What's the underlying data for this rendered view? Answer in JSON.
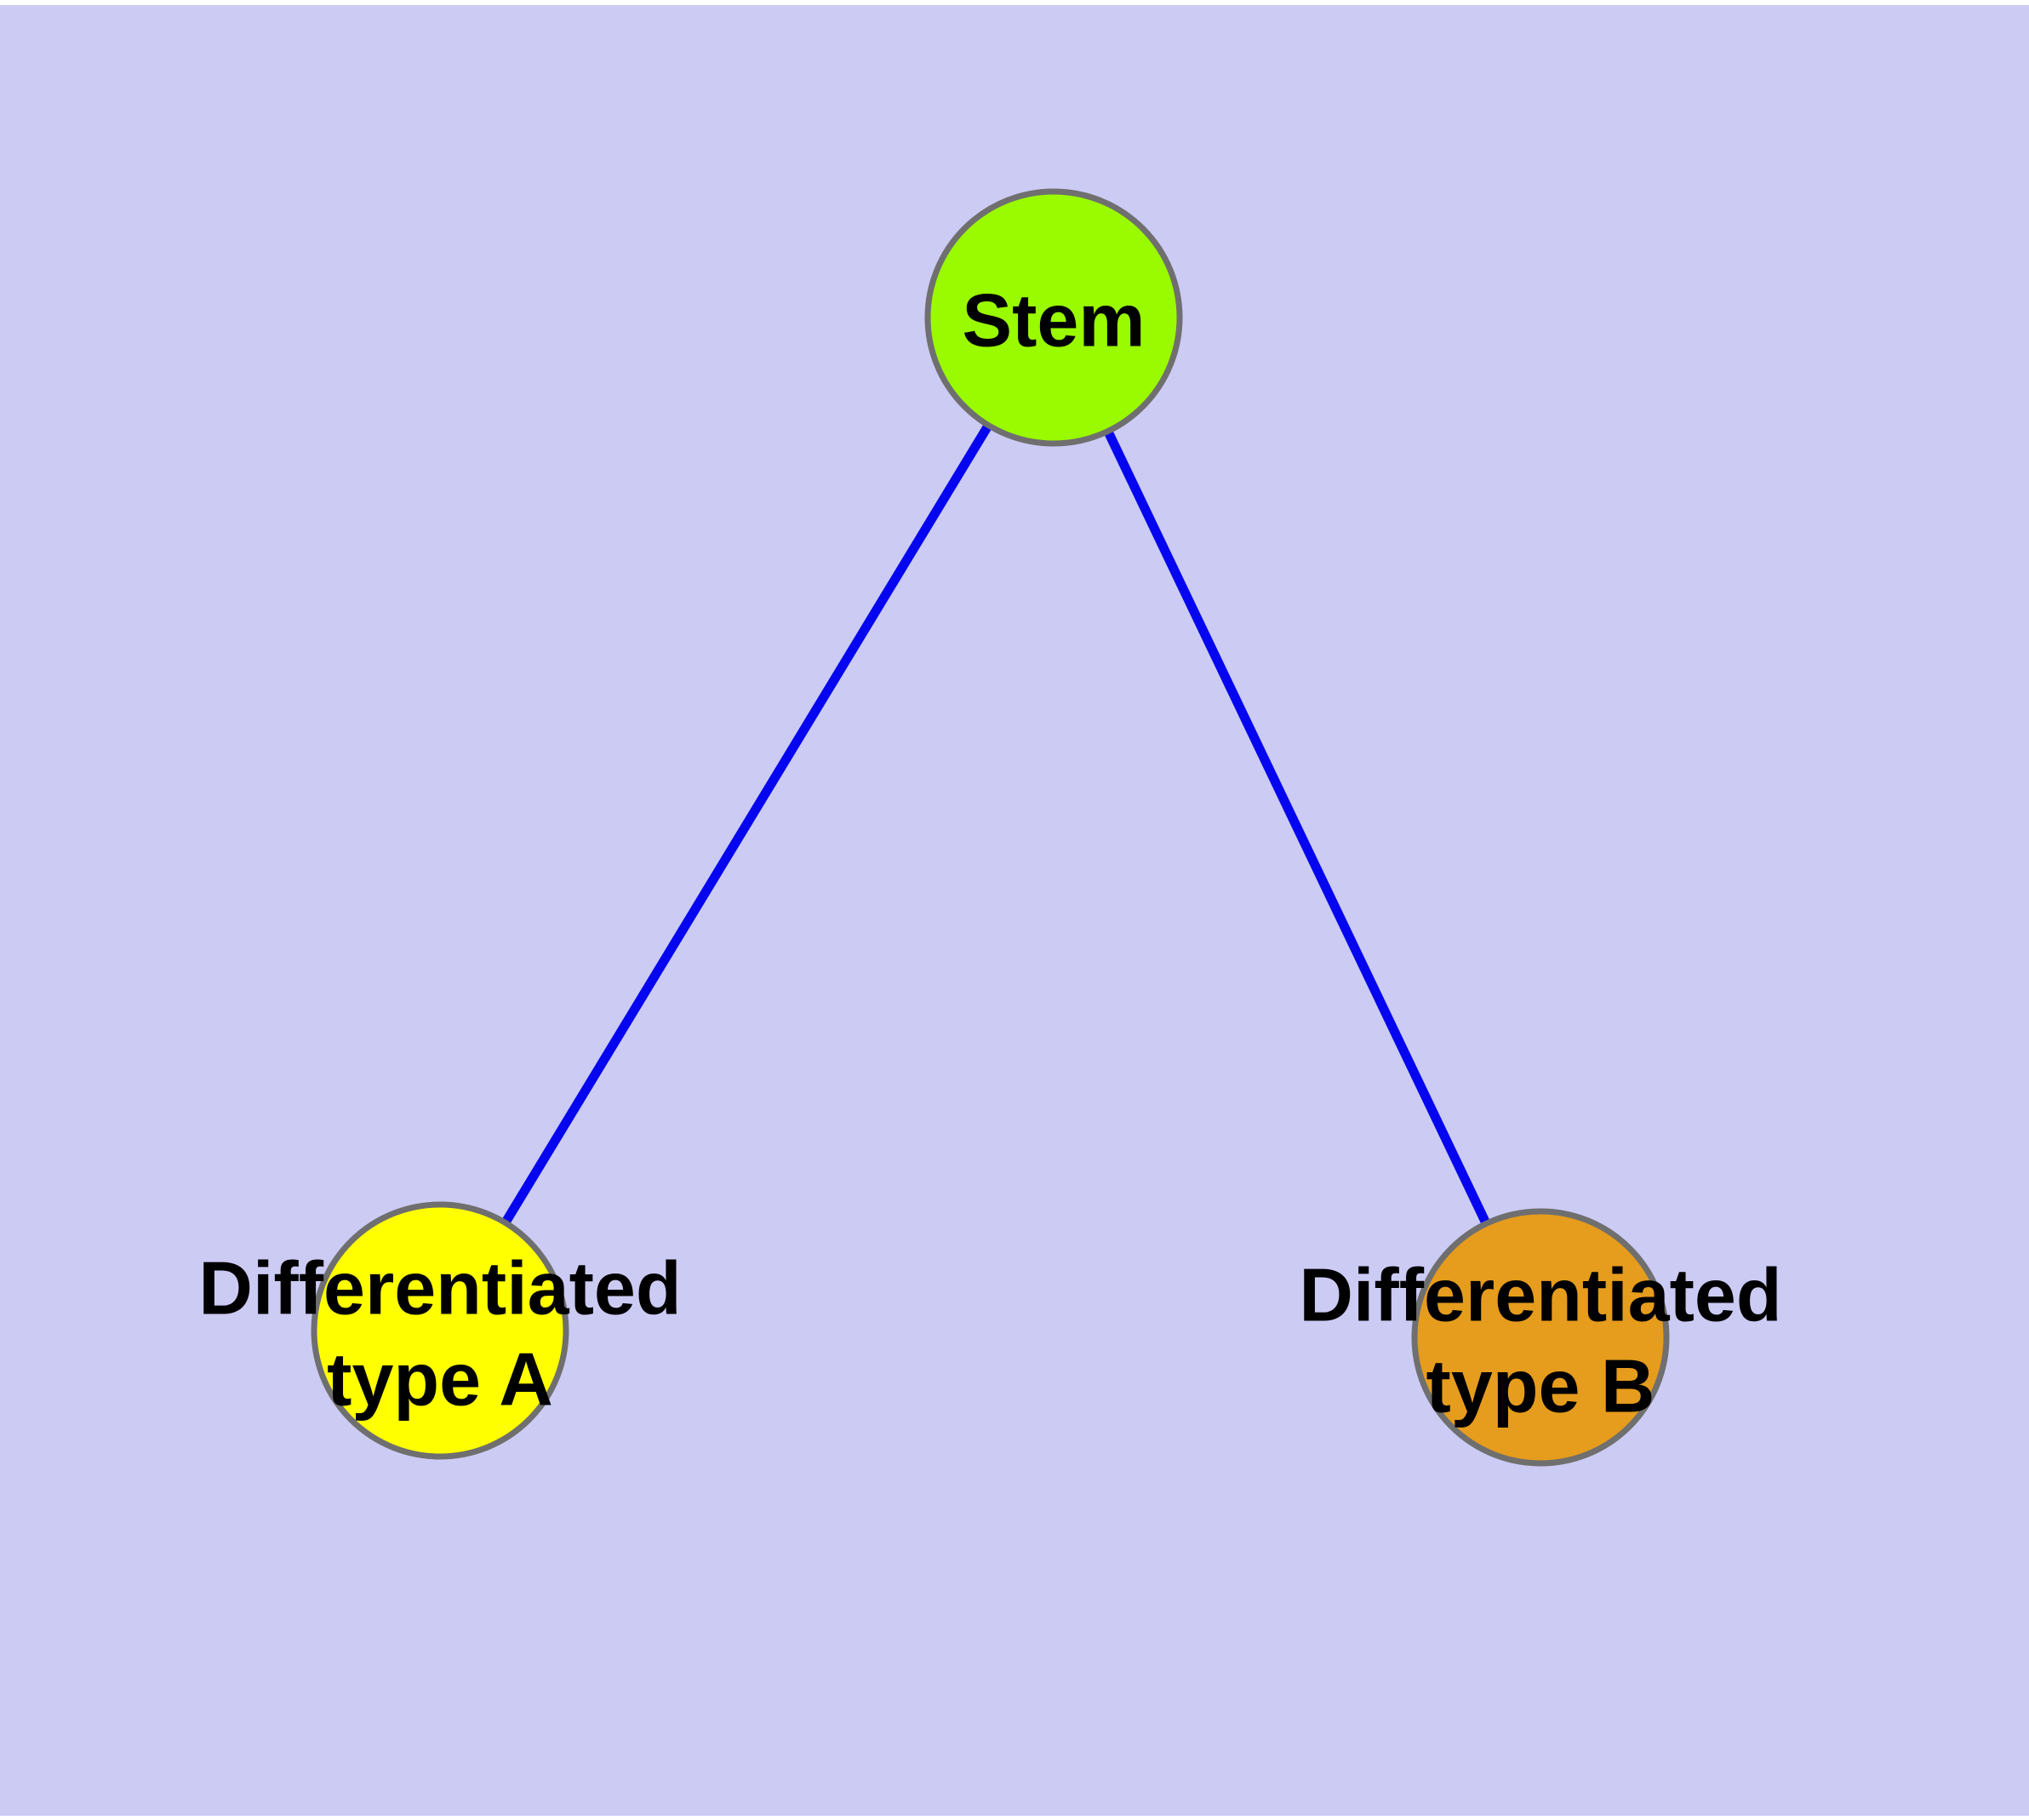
{
  "diagram": {
    "background_color": "#CBCBF4",
    "page_color": "#FFFFFF",
    "edge_color": "#0505EF",
    "node_border_color": "#6F6F6F",
    "label_color": "#000000",
    "nodes": [
      {
        "id": "stem",
        "label": "Stem",
        "fill": "#9AFA00"
      },
      {
        "id": "differentiated-type-a",
        "label": "Differentiated\ntype A",
        "fill": "#FFFF00"
      },
      {
        "id": "differentiated-type-b",
        "label": "Differentiated\ntype B",
        "fill": "#E69C1C"
      }
    ],
    "edges": [
      {
        "from": "Stem",
        "to": "Differentiated type A"
      },
      {
        "from": "Stem",
        "to": "Differentiated type B"
      }
    ]
  }
}
